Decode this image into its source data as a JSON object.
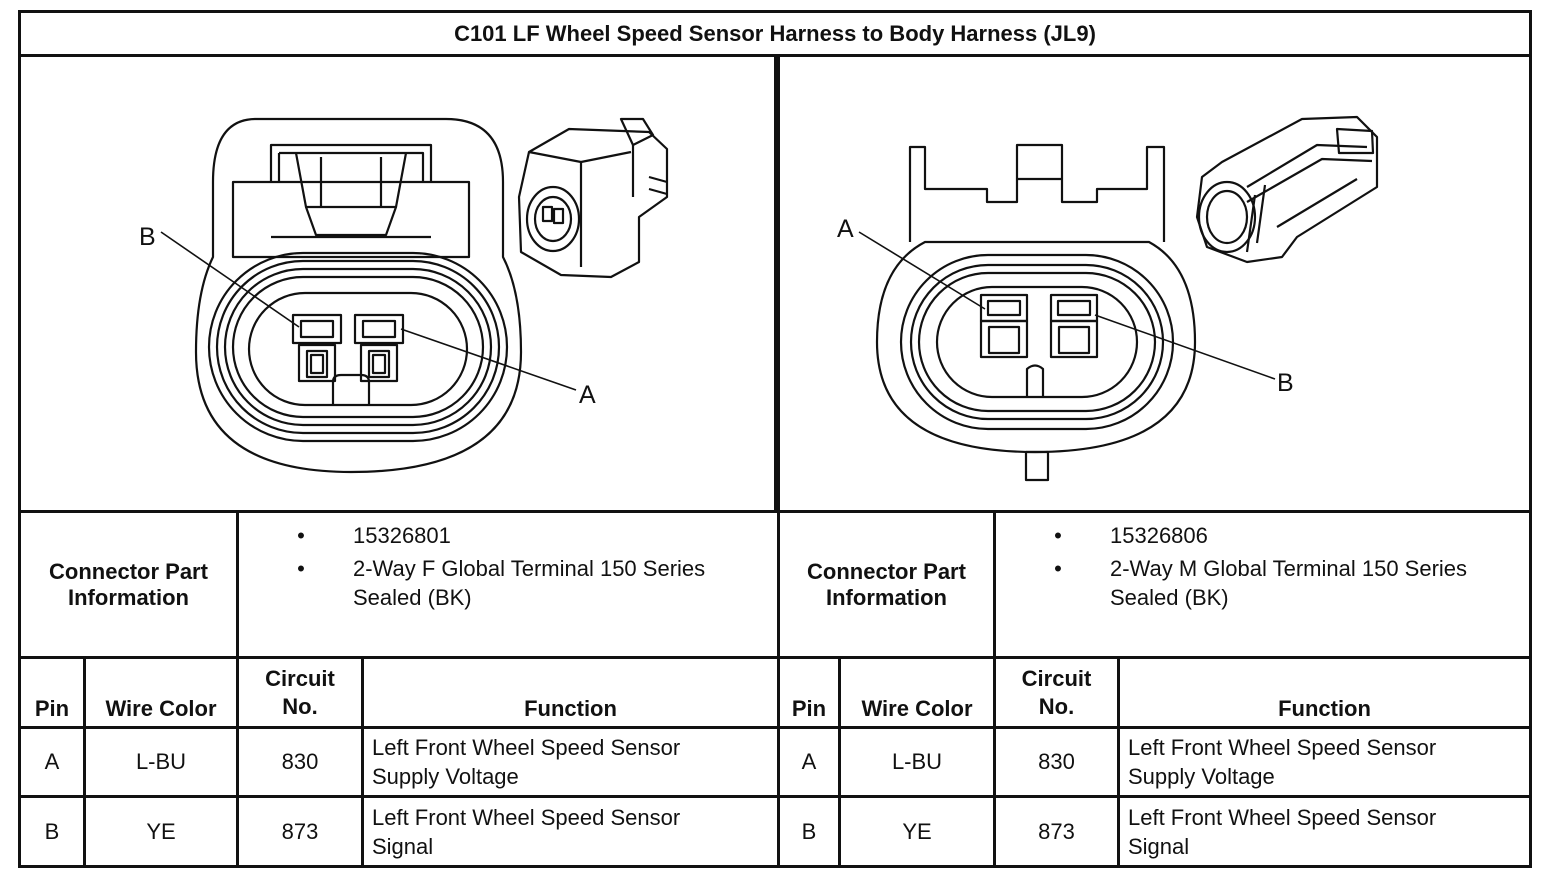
{
  "title": "C101 LF Wheel Speed Sensor Harness to Body Harness (JL9)",
  "connectors": [
    {
      "pin_labels": {
        "upper": "B",
        "lower": "A"
      },
      "info_label_line1": "Connector Part",
      "info_label_line2": "Information",
      "part_number": "15326801",
      "description_line1": "2-Way F Global Terminal 150 Series",
      "description_line2": "Sealed (BK)",
      "headers": {
        "pin": "Pin",
        "wire_color": "Wire Color",
        "circuit_line1": "Circuit",
        "circuit_line2": "No.",
        "function": "Function"
      },
      "rows": [
        {
          "pin": "A",
          "wire_color": "L-BU",
          "circuit": "830",
          "function_line1": "Left Front Wheel Speed Sensor",
          "function_line2": "Supply Voltage"
        },
        {
          "pin": "B",
          "wire_color": "YE",
          "circuit": "873",
          "function_line1": "Left Front Wheel Speed Sensor",
          "function_line2": "Signal"
        }
      ]
    },
    {
      "pin_labels": {
        "upper": "A",
        "lower": "B"
      },
      "info_label_line1": "Connector Part",
      "info_label_line2": "Information",
      "part_number": "15326806",
      "description_line1": "2-Way M Global Terminal 150 Series",
      "description_line2": "Sealed (BK)",
      "headers": {
        "pin": "Pin",
        "wire_color": "Wire Color",
        "circuit_line1": "Circuit",
        "circuit_line2": "No.",
        "function": "Function"
      },
      "rows": [
        {
          "pin": "A",
          "wire_color": "L-BU",
          "circuit": "830",
          "function_line1": "Left Front Wheel Speed Sensor",
          "function_line2": "Supply Voltage"
        },
        {
          "pin": "B",
          "wire_color": "YE",
          "circuit": "873",
          "function_line1": "Left Front Wheel Speed Sensor",
          "function_line2": "Signal"
        }
      ]
    }
  ],
  "bullet": "•"
}
